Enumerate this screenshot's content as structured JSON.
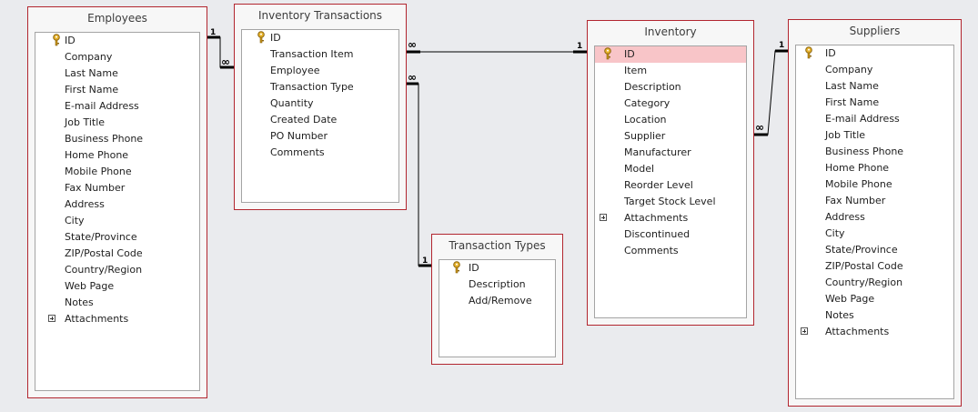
{
  "tables": {
    "employees": {
      "title": "Employees",
      "fields": [
        {
          "name": "ID",
          "icon": "key-icon"
        },
        {
          "name": "Company"
        },
        {
          "name": "Last Name"
        },
        {
          "name": "First Name"
        },
        {
          "name": "E-mail Address"
        },
        {
          "name": "Job Title"
        },
        {
          "name": "Business Phone"
        },
        {
          "name": "Home Phone"
        },
        {
          "name": "Mobile Phone"
        },
        {
          "name": "Fax Number"
        },
        {
          "name": "Address"
        },
        {
          "name": "City"
        },
        {
          "name": "State/Province"
        },
        {
          "name": "ZIP/Postal Code"
        },
        {
          "name": "Country/Region"
        },
        {
          "name": "Web Page"
        },
        {
          "name": "Notes"
        },
        {
          "name": "Attachments",
          "icon": "expand-icon"
        }
      ]
    },
    "inventory_transactions": {
      "title": "Inventory Transactions",
      "fields": [
        {
          "name": "ID",
          "icon": "key-icon"
        },
        {
          "name": "Transaction Item"
        },
        {
          "name": "Employee"
        },
        {
          "name": "Transaction Type"
        },
        {
          "name": "Quantity"
        },
        {
          "name": "Created Date"
        },
        {
          "name": "PO Number"
        },
        {
          "name": "Comments"
        }
      ]
    },
    "transaction_types": {
      "title": "Transaction Types",
      "fields": [
        {
          "name": "ID",
          "icon": "key-icon"
        },
        {
          "name": "Description"
        },
        {
          "name": "Add/Remove"
        }
      ]
    },
    "inventory": {
      "title": "Inventory",
      "fields": [
        {
          "name": "ID",
          "icon": "key-icon",
          "selected": true
        },
        {
          "name": "Item"
        },
        {
          "name": "Description"
        },
        {
          "name": "Category"
        },
        {
          "name": "Location"
        },
        {
          "name": "Supplier"
        },
        {
          "name": "Manufacturer"
        },
        {
          "name": "Model"
        },
        {
          "name": "Reorder Level"
        },
        {
          "name": "Target Stock Level"
        },
        {
          "name": "Attachments",
          "icon": "expand-icon"
        },
        {
          "name": "Discontinued"
        },
        {
          "name": "Comments"
        }
      ]
    },
    "suppliers": {
      "title": "Suppliers",
      "fields": [
        {
          "name": "ID",
          "icon": "key-icon"
        },
        {
          "name": "Company"
        },
        {
          "name": "Last Name"
        },
        {
          "name": "First Name"
        },
        {
          "name": "E-mail Address"
        },
        {
          "name": "Job Title"
        },
        {
          "name": "Business Phone"
        },
        {
          "name": "Home Phone"
        },
        {
          "name": "Mobile Phone"
        },
        {
          "name": "Fax Number"
        },
        {
          "name": "Address"
        },
        {
          "name": "City"
        },
        {
          "name": "State/Province"
        },
        {
          "name": "ZIP/Postal Code"
        },
        {
          "name": "Country/Region"
        },
        {
          "name": "Web Page"
        },
        {
          "name": "Notes"
        },
        {
          "name": "Attachments",
          "icon": "expand-icon"
        }
      ]
    }
  },
  "relationships": [
    {
      "from": "Employees.ID",
      "to": "Inventory Transactions.Employee",
      "one": "1",
      "many": "∞"
    },
    {
      "from": "Inventory.ID",
      "to": "Inventory Transactions.Transaction Item",
      "one": "1",
      "many": "∞"
    },
    {
      "from": "Transaction Types.ID",
      "to": "Inventory Transactions.Transaction Type",
      "one": "1",
      "many": "∞"
    },
    {
      "from": "Suppliers.ID",
      "to": "Inventory.Supplier",
      "one": "1",
      "many": "∞"
    }
  ],
  "colors": {
    "table_border": "#b2262f",
    "selected_field": "#f8c5c8",
    "canvas": "#eaebee",
    "key_icon": "#d8a21c"
  }
}
